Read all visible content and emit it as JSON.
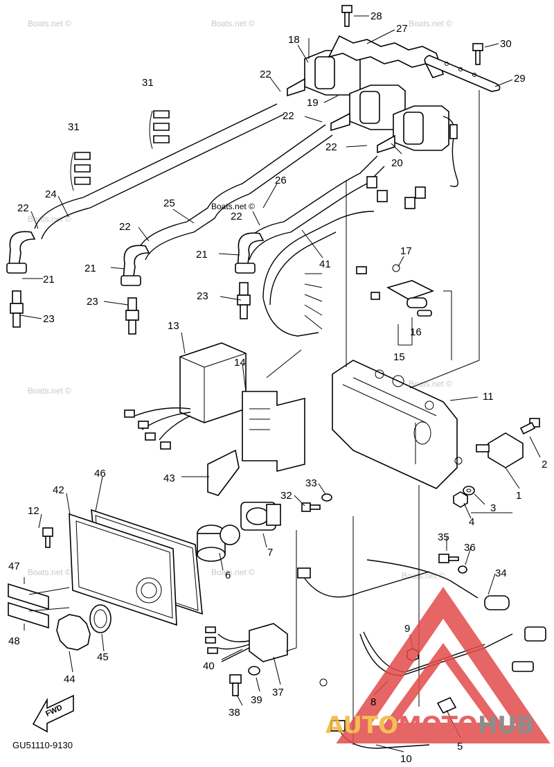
{
  "watermark_text": "Boats.net ©",
  "diagram_code": "GU51110-9130",
  "fwd_label": "FWD",
  "brand": {
    "part1": "AUTO",
    "part2": "MOTO",
    "part3": "HUB"
  },
  "callouts": {
    "c1": "1",
    "c2": "2",
    "c3": "3",
    "c4": "4",
    "c5": "5",
    "c6": "6",
    "c7": "7",
    "c8": "8",
    "c9": "9",
    "c10": "10",
    "c11": "11",
    "c12": "12",
    "c13": "13",
    "c14": "14",
    "c15": "15",
    "c16": "16",
    "c17": "17",
    "c18": "18",
    "c19": "19",
    "c20": "20",
    "c21a": "21",
    "c21b": "21",
    "c21c": "21",
    "c22a": "22",
    "c22b": "22",
    "c22c": "22",
    "c22d": "22",
    "c22e": "22",
    "c22f": "22",
    "c23a": "23",
    "c23b": "23",
    "c23c": "23",
    "c24": "24",
    "c25": "25",
    "c26": "26",
    "c27": "27",
    "c28": "28",
    "c29": "29",
    "c30": "30",
    "c31a": "31",
    "c31b": "31",
    "c32": "32",
    "c33": "33",
    "c34": "34",
    "c35": "35",
    "c36": "36",
    "c37": "37",
    "c38": "38",
    "c39": "39",
    "c40": "40",
    "c41": "41",
    "c42": "42",
    "c43": "43",
    "c44": "44",
    "c45": "45",
    "c46": "46",
    "c47": "47",
    "c48": "48"
  },
  "colors": {
    "logo_triangle": "#e24b4b",
    "logo_yellow": "#f2b43a",
    "logo_gray": "#7a7a7a"
  }
}
